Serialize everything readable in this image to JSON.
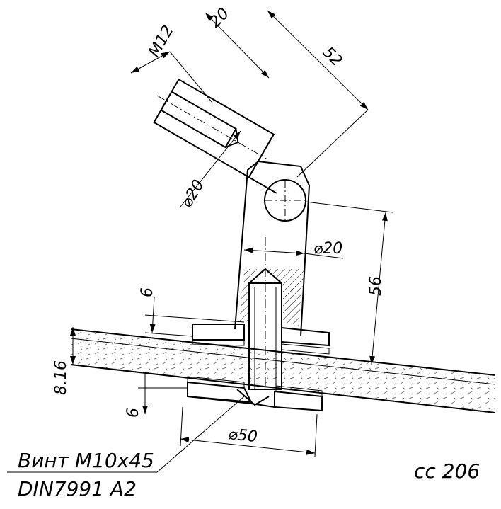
{
  "dimensions": {
    "thread": "M12",
    "thread_depth": "20",
    "tube_length": "52",
    "tube_diameter": "⌀20",
    "post_diameter": "⌀20",
    "post_height": "56",
    "upper_gasket": "6",
    "glass_thickness": "8.16",
    "lower_gasket": "6",
    "disk_diameter": "⌀50"
  },
  "callout": {
    "line1": "Винт M10x45",
    "line2": "DIN7991 A2"
  },
  "code": "cc 206"
}
